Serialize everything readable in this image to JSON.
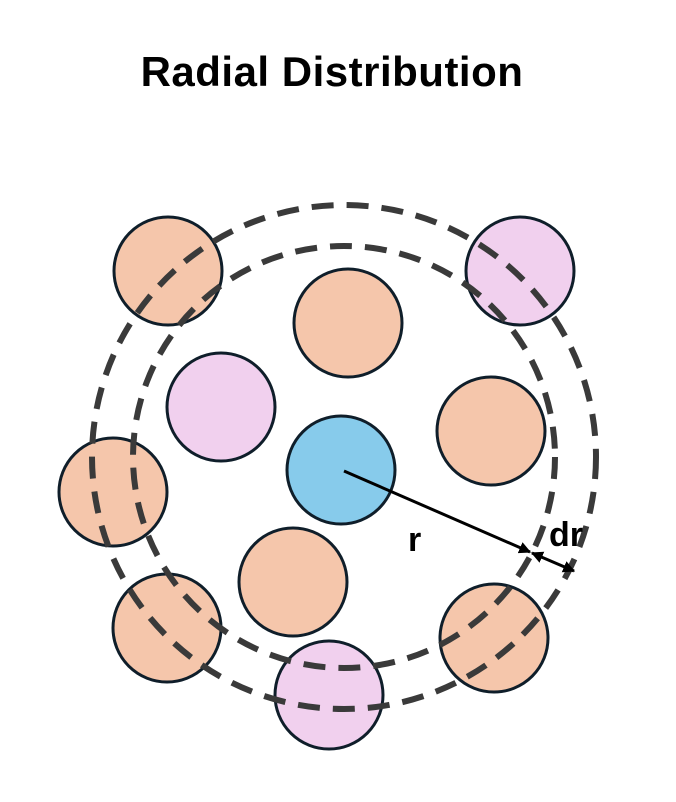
{
  "title": "Radial Distribution",
  "labels": {
    "radius": "r",
    "shell_width": "dr"
  },
  "colors": {
    "central_particle": "#87CBEB",
    "particle_type_a": "#F5C6AB",
    "particle_type_b": "#F1D0EE",
    "outline": "#0F1E2A",
    "shell_dash": "#3A3A3A",
    "arrow": "#000000"
  },
  "particles": [
    {
      "type": "central"
    },
    {
      "type": "a"
    },
    {
      "type": "b"
    },
    {
      "type": "a"
    },
    {
      "type": "a"
    },
    {
      "type": "a"
    },
    {
      "type": "b"
    },
    {
      "type": "a"
    },
    {
      "type": "a"
    },
    {
      "type": "a"
    },
    {
      "type": "a"
    },
    {
      "type": "b"
    }
  ]
}
